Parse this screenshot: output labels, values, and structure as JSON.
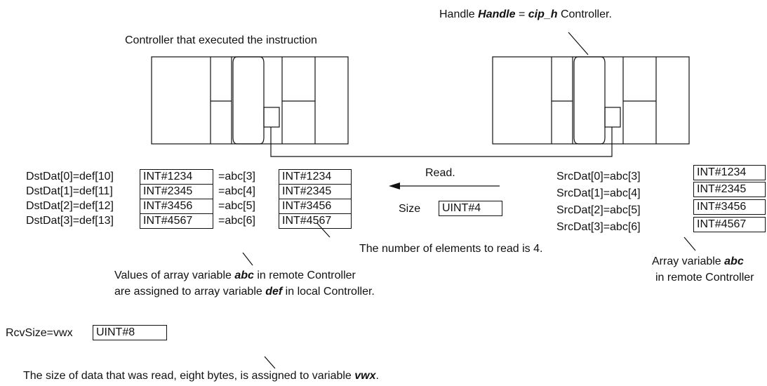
{
  "handle_note": {
    "prefix": "Handle ",
    "bold1": "Handle",
    "mid": " = ",
    "bold2": "cip_h",
    "suffix": " Controller."
  },
  "local_controller_label": "Controller that executed the instruction",
  "read_label": "Read.",
  "size": {
    "label": "Size",
    "value": "UINT#4"
  },
  "size_note": "The number of elements to read is 4.",
  "dst_rows": [
    {
      "label": "DstDat[0]=def[10]",
      "dst_value": "INT#1234",
      "eq": "=abc[3]",
      "src_value": "INT#1234"
    },
    {
      "label": "DstDat[1]=def[11]",
      "dst_value": "INT#2345",
      "eq": "=abc[4]",
      "src_value": "INT#2345"
    },
    {
      "label": "DstDat[2]=def[12]",
      "dst_value": "INT#3456",
      "eq": "=abc[5]",
      "src_value": "INT#3456"
    },
    {
      "label": "DstDat[3]=def[13]",
      "dst_value": "INT#4567",
      "eq": "=abc[6]",
      "src_value": "INT#4567"
    }
  ],
  "src_rows": [
    {
      "label": "SrcDat[0]=abc[3]",
      "value": "INT#1234"
    },
    {
      "label": "SrcDat[1]=abc[4]",
      "value": "INT#2345"
    },
    {
      "label": "SrcDat[2]=abc[5]",
      "value": "INT#3456"
    },
    {
      "label": "SrcDat[3]=abc[6]",
      "value": "INT#4567"
    }
  ],
  "values_note": {
    "line1_pre": "Values of array variable ",
    "line1_bold": "abc",
    "line1_post": " in remote Controller",
    "line2_pre": "are assigned to array variable ",
    "line2_bold": "def",
    "line2_post": " in local Controller."
  },
  "array_note": {
    "line1_pre": "Array variable ",
    "line1_bold": "abc",
    "line2": "in remote Controller"
  },
  "rcv": {
    "label": "RcvSize=vwx",
    "value": "UINT#8"
  },
  "rcv_note": {
    "pre": "The size of data that was read, eight bytes, is assigned to variable ",
    "bold": "vwx",
    "post": "."
  }
}
